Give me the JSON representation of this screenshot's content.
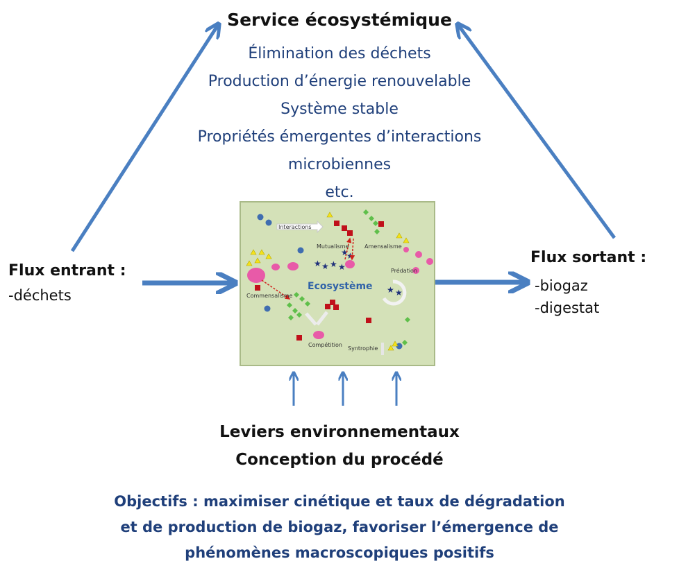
{
  "top": {
    "title": "Service écosystémique",
    "services": [
      "Élimination des déchets",
      "Production d’énergie renouvelable",
      "Système stable",
      "Propriétés émergentes d’interactions",
      "microbiennes",
      "etc."
    ]
  },
  "flux_entrant": {
    "title": "Flux entrant :",
    "items": [
      "-déchets"
    ]
  },
  "flux_sortant": {
    "title": "Flux sortant :",
    "items": [
      "-biogaz",
      "-digestat"
    ]
  },
  "ecosysteme": {
    "title": "Ecosystème",
    "labels": {
      "interactions": "Interactions",
      "mutualisme": "Mutualisme",
      "amensalisme": "Amensalisme",
      "predation": "Prédation",
      "commensalisme": "Commensalisme",
      "competition": "Compétition",
      "syntrophie": "Syntrophie"
    }
  },
  "leviers": [
    "Leviers environnementaux",
    "Conception du procédé"
  ],
  "objectifs": [
    "Objectifs : maximiser cinétique et taux de dégradation",
    "et de production de biogaz, favoriser l’émergence de",
    "phénomènes macroscopiques positifs"
  ],
  "colors": {
    "arrow": "#4a7fc1",
    "dark_blue_text": "#1f3f7a",
    "box_fill": "#d4e1b8"
  }
}
